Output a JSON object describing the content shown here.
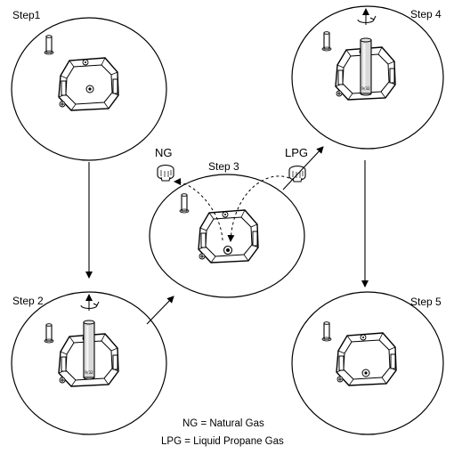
{
  "steps": {
    "step1": {
      "label": "Step1"
    },
    "step2": {
      "label": "Step 2"
    },
    "step3": {
      "label": "Step 3"
    },
    "step4": {
      "label": "Step 4"
    },
    "step5": {
      "label": "Step 5"
    }
  },
  "orifices": {
    "ng": {
      "label": "NG"
    },
    "lpg": {
      "label": "LPG"
    }
  },
  "wrench": {
    "marking": "9/32"
  },
  "legend": {
    "ng_line": "NG = Natural Gas",
    "lpg_line": "LPG = Liquid Propane Gas"
  },
  "colors": {
    "ink": "#000000",
    "background": "#ffffff",
    "tool_shade": "#d9d9d9"
  }
}
